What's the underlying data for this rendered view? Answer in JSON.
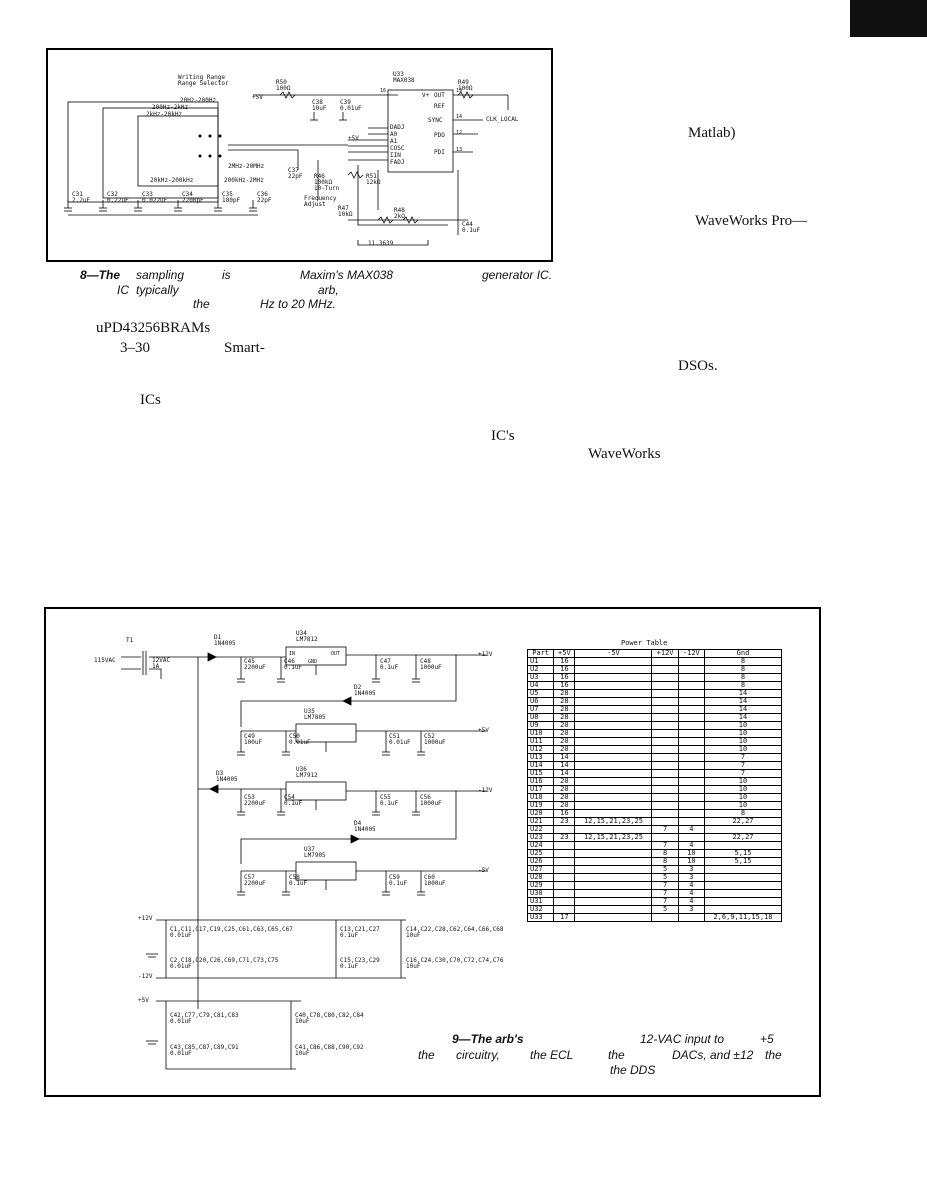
{
  "fig8": {
    "labels": {
      "range_selector": "Writing Range\nRange Selector",
      "r50": "R50\n100Ω",
      "plus5v_in": "+5V",
      "u33": "U33\nMAX038",
      "r49": "R49\n100Ω",
      "c38": "C38\n10uF",
      "c39": "C39\n0.01uF",
      "range_20hz": "20Hz-200Hz",
      "range_200hz": "200Hz-2kHz",
      "range_2khz": "2kHz-20kHz",
      "pin_v": "V+",
      "pin_out": "OUT",
      "pin_ref": "REF",
      "pin_sync": "SYNC",
      "pin_pdo": "PDO",
      "pin_pdi": "PDI",
      "pin_dadj": "DADJ",
      "pin_a0": "A0",
      "pin_a1": "A1",
      "pin_cosc": "COSC",
      "pin_iin": "IIN",
      "pin_fadj": "FADJ",
      "clk_local": "CLK_LOCAL",
      "plus5v_pin": "+5V",
      "c37": "C37\n22pF",
      "range_2mhz": "2MHz-20MHz",
      "r46": "R46\n100kΩ\n10-Turn",
      "freq_adjust": "Frequency\nAdjust",
      "r51": "R51\n12kΩ",
      "range_200khz": "200kHz-2MHz",
      "range_20khz": "20kHz-200kHz",
      "c31": "C31\n2.2uF",
      "c32": "C32\n0.22uF",
      "c33": "C33\n0.022uF",
      "c34": "C34\n2200pF",
      "c35": "C35\n180pF",
      "c36": "C36\n22pF",
      "r47": "R47\n10kΩ",
      "r48": "R48\n2kΩ",
      "c44": "C44\n0.1uF",
      "dim": "11.3639",
      "pin_19": "19",
      "pin_14": "14",
      "pin_12": "12",
      "pin_13": "13",
      "pin_16": "16"
    },
    "caption_frags": [
      "8—The",
      "sampling",
      "is",
      "Maxim's MAX038",
      "generator IC.",
      "IC",
      "typically",
      "arb,",
      "the",
      "Hz to 20 MHz."
    ]
  },
  "side_frags": [
    "Matlab)",
    "WaveWorks Pro—"
  ],
  "body_frags": [
    "uPD43256BRAMs",
    "3–30",
    "Smart-",
    "DSOs.",
    "ICs",
    "IC's",
    "WaveWorks"
  ],
  "fig9": {
    "labels": {
      "t1": "T1",
      "ac_in": "115VAC",
      "secondary": "12VAC\n1A",
      "d1": "D1\n1N4005",
      "u34": "U34\nLM7812",
      "c45": "C45\n2200uF",
      "c46": "C46\n0.1uF",
      "c47": "C47\n0.1uF",
      "c48": "C48\n1000uF",
      "out_p12": "+12V",
      "d2": "D2\n1N4005",
      "u35": "U35\nLM7805",
      "c49": "C49\n100uF",
      "c50": "C50\n0.01uF",
      "c51": "C51\n0.01uF",
      "c52": "C52\n1000uF",
      "out_p5": "+5V",
      "d3": "D3\n1N4005",
      "u36": "U36\nLM7912",
      "c53": "C53\n2200uF",
      "c54": "C54\n0.1uF",
      "c55": "C55\n0.1uF",
      "c56": "C56\n1000uF",
      "out_m12": "-12V",
      "d4": "D4\n1N4005",
      "u37": "U37\nLM7905",
      "c57": "C57\n2200uF",
      "c58": "C58\n0.1uF",
      "c59": "C59\n0.1uF",
      "c60": "C60\n1000uF",
      "out_m5": "-5V",
      "reg_in": "IN",
      "reg_out": "OUT",
      "reg_gnd": "GND",
      "rail_p12": "+12V",
      "rail_m12": "-12V",
      "rail_p5": "+5V",
      "bank1": "C1,C11,C17,C19,C25,C61,C63,C65,C67\n0.01uF",
      "bank2": "C13,C21,C27\n0.1uF",
      "bank3": "C14,C22,C28,C62,C64,C66,C68\n10uF",
      "bank4": "C2,C18,C20,C26,C69,C71,C73,C75\n0.01uF",
      "bank5": "C15,C23,C29\n0.1uF",
      "bank6": "C16,C24,C30,C70,C72,C74,C76\n10uF",
      "bank7": "C42,C77,C79,C81,C83\n0.01uF",
      "bank8": "C40,C78,C80,C82,C84\n10uF",
      "bank9": "C43,C85,C87,C89,C91\n0.01uF",
      "bank10": "C41,C86,C88,C90,C92\n10uF"
    },
    "caption_frags": [
      "9—The arb's",
      "12-VAC input to",
      "+5",
      "the",
      "circuitry,",
      "the ECL",
      "the",
      "DACs, and ±12",
      "the",
      "the DDS"
    ]
  },
  "power_table": {
    "title": "Power Table",
    "headers": [
      "Part",
      "+5V",
      "-5V",
      "+12V",
      "-12V",
      "Gnd"
    ],
    "rows": [
      [
        "U1",
        "16",
        "",
        "",
        "",
        "8"
      ],
      [
        "U2",
        "16",
        "",
        "",
        "",
        "8"
      ],
      [
        "U3",
        "16",
        "",
        "",
        "",
        "8"
      ],
      [
        "U4",
        "16",
        "",
        "",
        "",
        "8"
      ],
      [
        "U5",
        "28",
        "",
        "",
        "",
        "14"
      ],
      [
        "U6",
        "28",
        "",
        "",
        "",
        "14"
      ],
      [
        "U7",
        "28",
        "",
        "",
        "",
        "14"
      ],
      [
        "U8",
        "28",
        "",
        "",
        "",
        "14"
      ],
      [
        "U9",
        "20",
        "",
        "",
        "",
        "10"
      ],
      [
        "U10",
        "20",
        "",
        "",
        "",
        "10"
      ],
      [
        "U11",
        "20",
        "",
        "",
        "",
        "10"
      ],
      [
        "U12",
        "20",
        "",
        "",
        "",
        "10"
      ],
      [
        "U13",
        "14",
        "",
        "",
        "",
        "7"
      ],
      [
        "U14",
        "14",
        "",
        "",
        "",
        "7"
      ],
      [
        "U15",
        "14",
        "",
        "",
        "",
        "7"
      ],
      [
        "U16",
        "20",
        "",
        "",
        "",
        "10"
      ],
      [
        "U17",
        "20",
        "",
        "",
        "",
        "10"
      ],
      [
        "U18",
        "20",
        "",
        "",
        "",
        "10"
      ],
      [
        "U19",
        "20",
        "",
        "",
        "",
        "10"
      ],
      [
        "U20",
        "16",
        "",
        "",
        "",
        "8"
      ],
      [
        "U21",
        "23",
        "12,15,21,23,25",
        "",
        "",
        "22,27"
      ],
      [
        "U22",
        "",
        "",
        "7",
        "4",
        ""
      ],
      [
        "U23",
        "23",
        "12,15,21,23,25",
        "",
        "",
        "22,27"
      ],
      [
        "U24",
        "",
        "",
        "7",
        "4",
        ""
      ],
      [
        "U25",
        "",
        "",
        "8",
        "10",
        "5,15"
      ],
      [
        "U26",
        "",
        "",
        "8",
        "10",
        "5,15"
      ],
      [
        "U27",
        "",
        "",
        "5",
        "3",
        ""
      ],
      [
        "U28",
        "",
        "",
        "5",
        "3",
        ""
      ],
      [
        "U29",
        "",
        "",
        "7",
        "4",
        ""
      ],
      [
        "U30",
        "",
        "",
        "7",
        "4",
        ""
      ],
      [
        "U31",
        "",
        "",
        "7",
        "4",
        ""
      ],
      [
        "U32",
        "",
        "",
        "5",
        "3",
        ""
      ],
      [
        "U33",
        "17",
        "",
        "",
        "",
        "2,6,9,11,15,18"
      ]
    ]
  }
}
